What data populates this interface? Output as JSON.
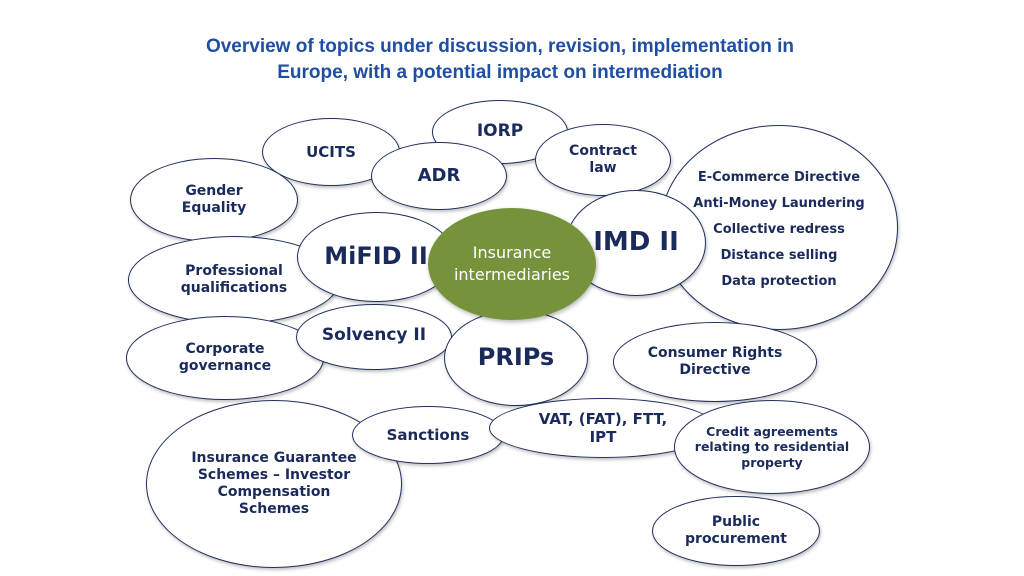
{
  "title": {
    "line1": "Overview of topics under discussion, revision, implementation in",
    "line2": "Europe, with a potential impact on intermediation"
  },
  "center": {
    "line1": "Insurance",
    "line2": "intermediaries"
  },
  "topics": {
    "iorp": "IORP",
    "ucits": "UCITS",
    "adr": "ADR",
    "contract_law": [
      "Contract",
      "law"
    ],
    "gender_equality": [
      "Gender",
      "Equality"
    ],
    "mifid": "MiFID II",
    "imd": "IMD II",
    "professional_qualifications": [
      "Professional",
      "qualifications"
    ],
    "solvency": "Solvency II",
    "corporate_governance": [
      "Corporate",
      "governance"
    ],
    "prips": "PRIPs",
    "consumer_rights": [
      "Consumer Rights",
      "Directive"
    ],
    "sanctions": "Sanctions",
    "vat": [
      "VAT, (FAT), FTT,",
      "IPT"
    ],
    "credit_agreements": [
      "Credit agreements",
      "relating to residential",
      "property"
    ],
    "guarantee_schemes": [
      "Insurance Guarantee",
      "Schemes – Investor",
      "Compensation",
      "Schemes"
    ],
    "public_procurement": [
      "Public",
      "procurement"
    ],
    "directives_list": [
      "E-Commerce Directive",
      "Anti-Money Laundering",
      "Collective redress",
      "Distance selling",
      "Data protection"
    ]
  },
  "colors": {
    "title": "#1f4ea3",
    "center_fill": "#76933c",
    "bubble_border": "#1f2f5e",
    "bubble_text": "#1a2a5a"
  }
}
